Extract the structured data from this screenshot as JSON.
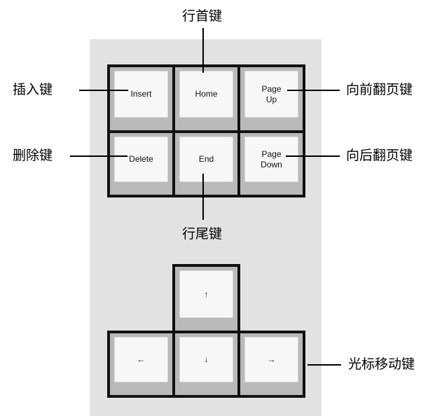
{
  "keys": {
    "insert": "Insert",
    "home": "Home",
    "page_up": "Page\nUp",
    "delete": "Delete",
    "end": "End",
    "page_down": "Page\nDown",
    "up": "↑",
    "left": "←",
    "down": "↓",
    "right": "→"
  },
  "labels": {
    "home_key": "行首键",
    "insert_key": "插入键",
    "page_up_key": "向前翻页键",
    "delete_key": "删除键",
    "page_down_key": "向后翻页键",
    "end_key": "行尾键",
    "cursor_keys": "光标移动键"
  },
  "colors": {
    "panel": "#e2e2e2",
    "key_top": "#f7f7f7",
    "key_skirt": "#b9b9b9",
    "key_border": "#111111"
  }
}
